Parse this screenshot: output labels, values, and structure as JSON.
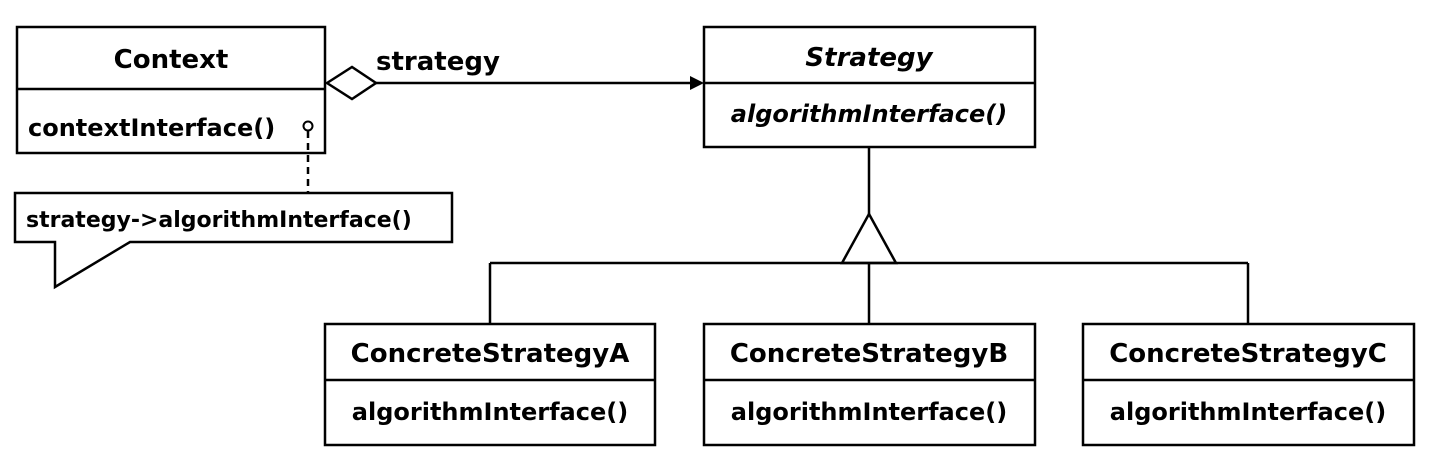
{
  "context": {
    "name": "Context",
    "operation": "contextInterface()"
  },
  "association": {
    "role": "strategy"
  },
  "strategy": {
    "name": "Strategy",
    "operation": "algorithmInterface()"
  },
  "note": {
    "text": "strategy->algorithmInterface()"
  },
  "concrete_strategies": [
    {
      "name": "ConcreteStrategyA",
      "operation": "algorithmInterface()"
    },
    {
      "name": "ConcreteStrategyB",
      "operation": "algorithmInterface()"
    },
    {
      "name": "ConcreteStrategyC",
      "operation": "algorithmInterface()"
    }
  ]
}
